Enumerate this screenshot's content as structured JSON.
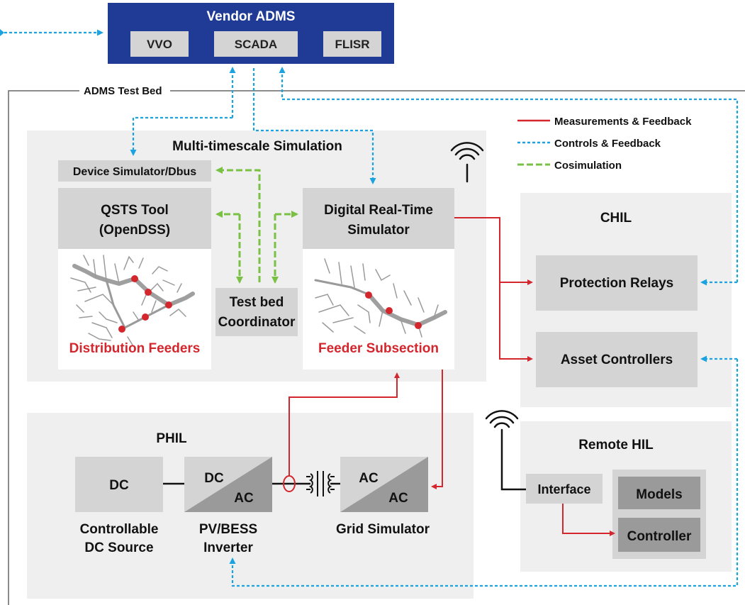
{
  "vendor_adms": {
    "title": "Vendor ADMS",
    "modules": [
      "VVO",
      "SCADA",
      "FLISR"
    ]
  },
  "testbed_label": "ADMS Test Bed",
  "legend": {
    "measurements": "Measurements & Feedback",
    "controls": "Controls & Feedback",
    "cosimulation": "Cosimulation"
  },
  "multi_timescale": {
    "title": "Multi-timescale Simulation",
    "device_simulator": "Device Simulator/Dbus",
    "qsts_line1": "QSTS Tool",
    "qsts_line2": "(OpenDSS)",
    "distribution_feeders": "Distribution Feeders",
    "coordinator_line1": "Test bed",
    "coordinator_line2": "Coordinator",
    "drts_line1": "Digital Real-Time",
    "drts_line2": "Simulator",
    "feeder_subsection": "Feeder Subsection"
  },
  "chil": {
    "title": "CHIL",
    "protection_relays": "Protection Relays",
    "asset_controllers": "Asset Controllers"
  },
  "remote_hil": {
    "title": "Remote HIL",
    "interface": "Interface",
    "models": "Models",
    "controller": "Controller"
  },
  "phil": {
    "title": "PHIL",
    "dc_box": "DC",
    "dc_source_line1": "Controllable",
    "dc_source_line2": "DC Source",
    "inverter_top": "DC",
    "inverter_bottom": "AC",
    "inverter_line1": "PV/BESS",
    "inverter_line2": "Inverter",
    "grid_top": "AC",
    "grid_bottom": "AC",
    "grid_label": "Grid Simulator"
  },
  "colors": {
    "adms_blue": "#1f3b95",
    "measurement_red": "#d3262d",
    "control_blue": "#1aa3e0",
    "cosim_green": "#7ac143",
    "panel_grey": "#efefef",
    "box_grey": "#d4d4d4",
    "dark_grey": "#8c8c8c"
  }
}
